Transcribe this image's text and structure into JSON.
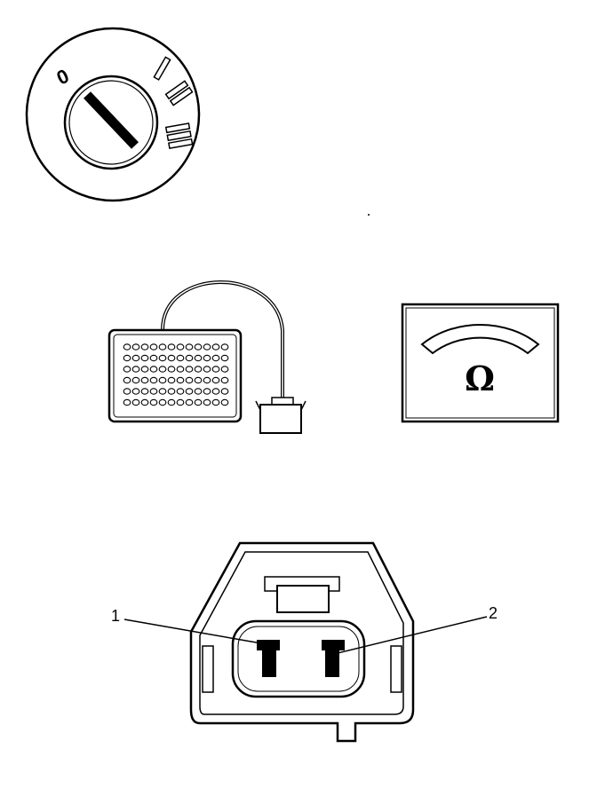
{
  "ignition_switch": {
    "positions": [
      "0",
      "I",
      "II",
      "III"
    ]
  },
  "ohmmeter": {
    "unit_symbol": "Ω"
  },
  "connector": {
    "pin_labels": [
      "1",
      "2"
    ]
  }
}
